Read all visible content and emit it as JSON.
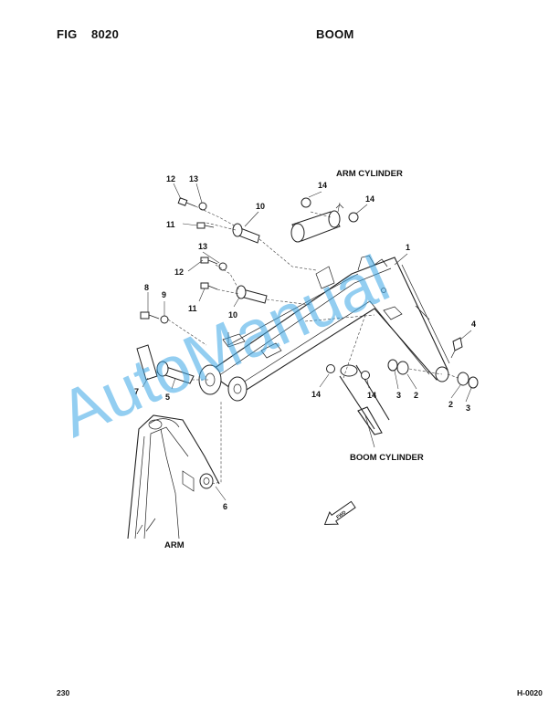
{
  "header": {
    "fig_label": "FIG",
    "fig_number": "8020",
    "title": "BOOM"
  },
  "footer": {
    "page_number": "230",
    "doc_code": "H-0020"
  },
  "labels": {
    "arm_cylinder": "ARM CYLINDER",
    "boom_cylinder": "BOOM CYLINDER",
    "arm": "ARM",
    "fwd": "FWD"
  },
  "watermark": "AutoManual",
  "callouts": {
    "c1": "1",
    "c2a": "2",
    "c2b": "2",
    "c3a": "3",
    "c3b": "3",
    "c4": "4",
    "c5": "5",
    "c6": "6",
    "c7": "7",
    "c8": "8",
    "c9": "9",
    "c10a": "10",
    "c10b": "10",
    "c11a": "11",
    "c11b": "11",
    "c12a": "12",
    "c12b": "12",
    "c13a": "13",
    "c13b": "13",
    "c14a": "14",
    "c14b": "14",
    "c14c": "14",
    "c14d": "14"
  },
  "colors": {
    "watermark": "#3aa6e6",
    "line": "#222222"
  }
}
